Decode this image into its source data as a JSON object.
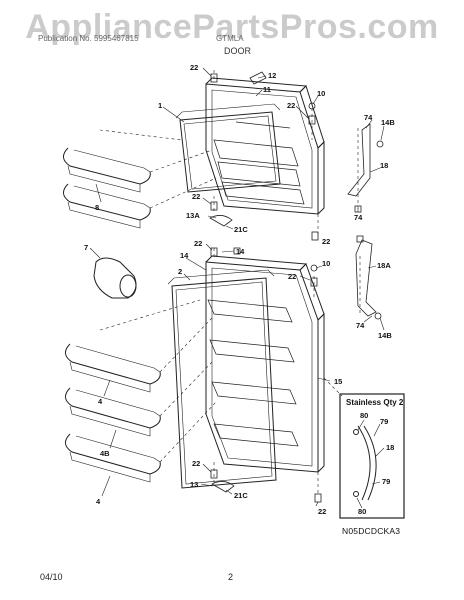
{
  "watermark": "AppliancePartsPros.com",
  "header": {
    "publication": "Publication No. 5995467815",
    "model": "GTMLA",
    "section": "DOOR"
  },
  "footer": {
    "date": "04/10",
    "page": "2"
  },
  "diagram_code": "N05DCDCKA3",
  "inset": {
    "title": "Stainless  Qty 2"
  },
  "callouts": {
    "p22a": "22",
    "p12": "12",
    "p11": "11",
    "p1": "1",
    "p22b": "22",
    "p10a": "10",
    "p74a": "74",
    "p14b_a": "14B",
    "p18": "18",
    "p8": "8",
    "p74b": "74",
    "p22c": "22",
    "p22d": "22",
    "p13a": "13A",
    "p21ca": "21C",
    "p7": "7",
    "p22e": "22",
    "p14a": "14",
    "p14b": "14",
    "p2": "2",
    "p22f": "22",
    "p10b": "10",
    "p18a": "18A",
    "p74c": "74",
    "p14b_b": "14B",
    "p4a": "4",
    "p15": "15",
    "p4b": "4B",
    "p4c": "4",
    "p22g": "22",
    "p13": "13",
    "p21cb": "21C",
    "p22h": "22",
    "i80a": "80",
    "i79a": "79",
    "i18": "18",
    "i79b": "79",
    "i80b": "80"
  }
}
